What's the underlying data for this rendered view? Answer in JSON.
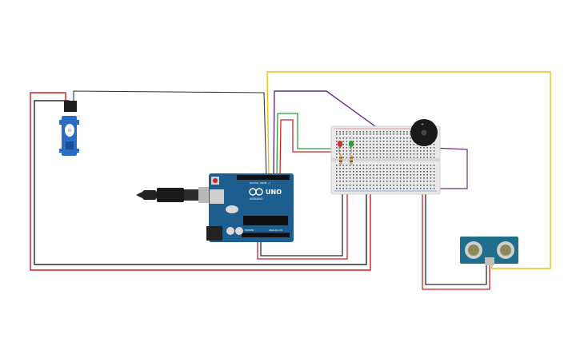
{
  "arduino": {
    "model_label": "UNO",
    "brand_label": "ARDUINO",
    "digital_label": "DIGITAL (PWM ~)",
    "power_label": "POWER",
    "analog_label": "ANALOG IN"
  },
  "components": {
    "servo": "servo-motor",
    "board": "arduino-uno",
    "breadboard": "breadboard",
    "buzzer": "piezo-buzzer",
    "sensor": "ultrasonic-sensor",
    "led_red": "#d32f2f",
    "led_green": "#2e9d3a"
  },
  "wire_colors": {
    "red": "#d21d1d",
    "black": "#2b2b2b",
    "yellow": "#e6c417",
    "purple": "#6a2a86",
    "green": "#2f9e3a",
    "teal": "#3aa6b0"
  }
}
